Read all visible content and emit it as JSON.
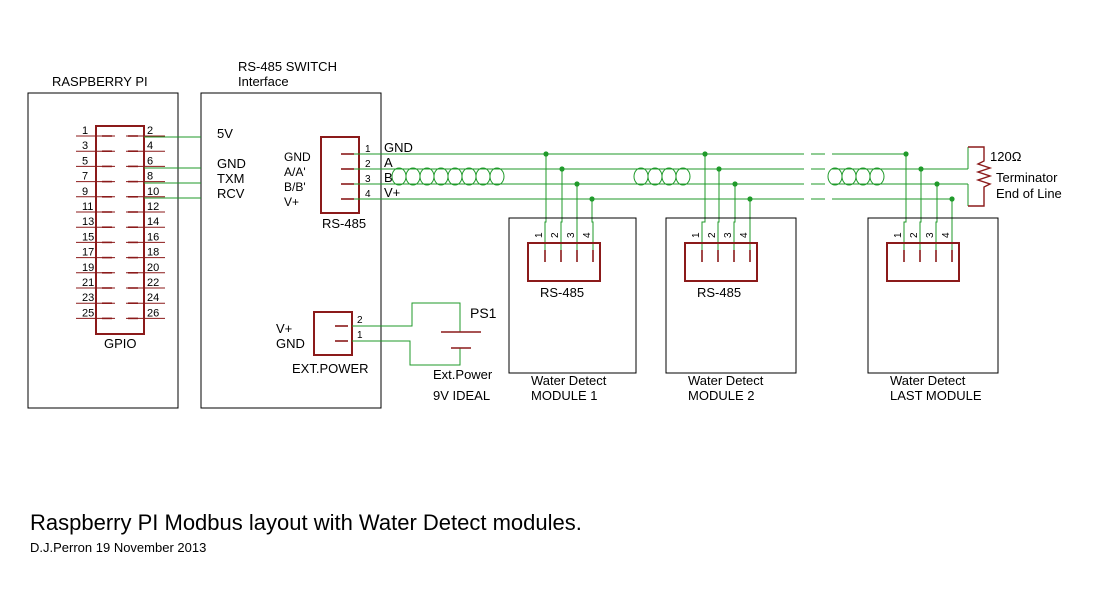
{
  "pi": {
    "title": "RASPBERRY PI",
    "connector_label": "GPIO",
    "pins_left": [
      "1",
      "3",
      "5",
      "7",
      "9",
      "11",
      "13",
      "15",
      "17",
      "19",
      "21",
      "23",
      "25"
    ],
    "pins_right": [
      "2",
      "4",
      "6",
      "8",
      "10",
      "12",
      "14",
      "16",
      "18",
      "20",
      "22",
      "24",
      "26"
    ]
  },
  "interface": {
    "title_line1": "RS-485 SWITCH",
    "title_line2": "Interface",
    "signals_left": [
      "5V",
      "GND",
      "TXM",
      "RCV"
    ],
    "bus_labels": [
      "GND",
      "A/A'",
      "B/B'",
      "V+"
    ],
    "bus_connector_label": "RS-485",
    "bus_pin_numbers": [
      "1",
      "2",
      "3",
      "4"
    ],
    "bus_pin_names": [
      "GND",
      "A",
      "B",
      "V+"
    ],
    "power_labels": [
      "V+",
      "GND"
    ],
    "power_pin_numbers": [
      "2",
      "1"
    ],
    "power_connector_label": "EXT.POWER"
  },
  "supply": {
    "ref": "PS1",
    "label_line1": "Ext.Power",
    "label_line2": "9V IDEAL"
  },
  "modules": [
    {
      "pins": [
        "1",
        "2",
        "3",
        "4"
      ],
      "connector_label": "RS-485",
      "name_line1": "Water Detect",
      "name_line2": "MODULE 1"
    },
    {
      "pins": [
        "1",
        "2",
        "3",
        "4"
      ],
      "connector_label": "RS-485",
      "name_line1": "Water Detect",
      "name_line2": "MODULE 2"
    },
    {
      "pins": [
        "1",
        "2",
        "3",
        "4"
      ],
      "connector_label": "",
      "name_line1": "Water Detect",
      "name_line2": "LAST MODULE"
    }
  ],
  "terminator": {
    "value": "120Ω",
    "label_line1": "Terminator",
    "label_line2": "End of Line"
  },
  "footer": {
    "title": "Raspberry PI Modbus layout with Water Detect modules.",
    "author_date": "D.J.Perron  19 November 2013"
  },
  "colors": {
    "wire": "#1f9a2a",
    "component": "#8b1a1a",
    "outline": "#000000"
  }
}
